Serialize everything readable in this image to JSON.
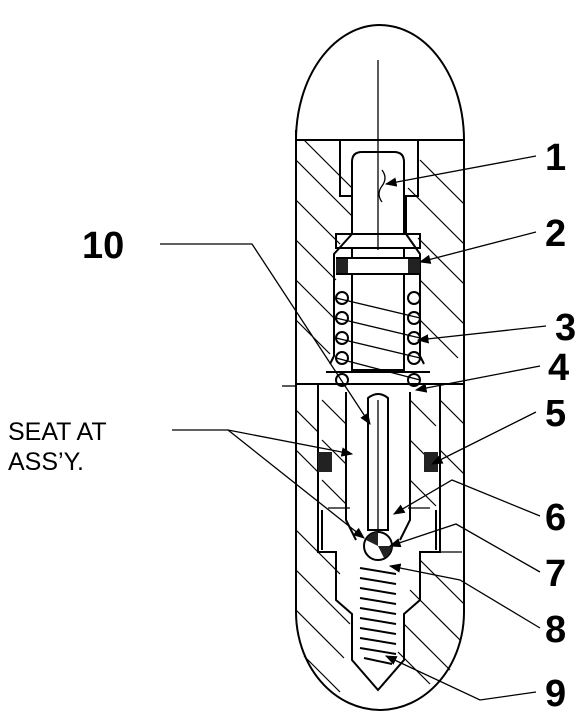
{
  "callouts": {
    "c1": "1",
    "c2": "2",
    "c3": "3",
    "c4": "4",
    "c5": "5",
    "c6": "6",
    "c7": "7",
    "c8": "8",
    "c9": "9",
    "c10": "10"
  },
  "note": {
    "line1": "SEAT AT",
    "line2": "ASS’Y."
  }
}
